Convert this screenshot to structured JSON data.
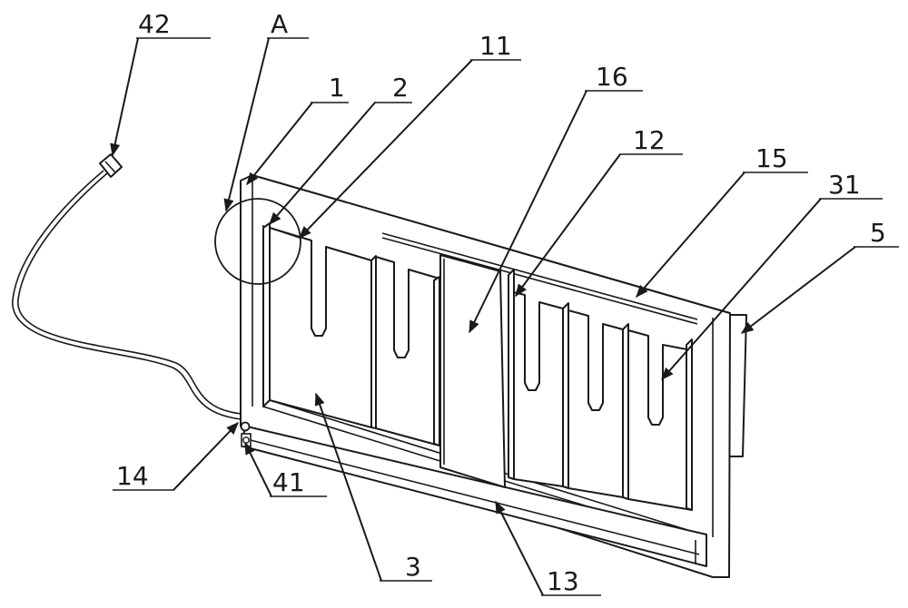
{
  "colors": {
    "ink": "#1a1a1a",
    "paper": "#ffffff"
  },
  "labels": [
    {
      "id": "42",
      "text": "42"
    },
    {
      "id": "A",
      "text": "A"
    },
    {
      "id": "1",
      "text": "1"
    },
    {
      "id": "2",
      "text": "2"
    },
    {
      "id": "11",
      "text": "11"
    },
    {
      "id": "16",
      "text": "16"
    },
    {
      "id": "12",
      "text": "12"
    },
    {
      "id": "15",
      "text": "15"
    },
    {
      "id": "31",
      "text": "31"
    },
    {
      "id": "5",
      "text": "5"
    },
    {
      "id": "14",
      "text": "14"
    },
    {
      "id": "41",
      "text": "41"
    },
    {
      "id": "3",
      "text": "3"
    },
    {
      "id": "13",
      "text": "13"
    }
  ]
}
